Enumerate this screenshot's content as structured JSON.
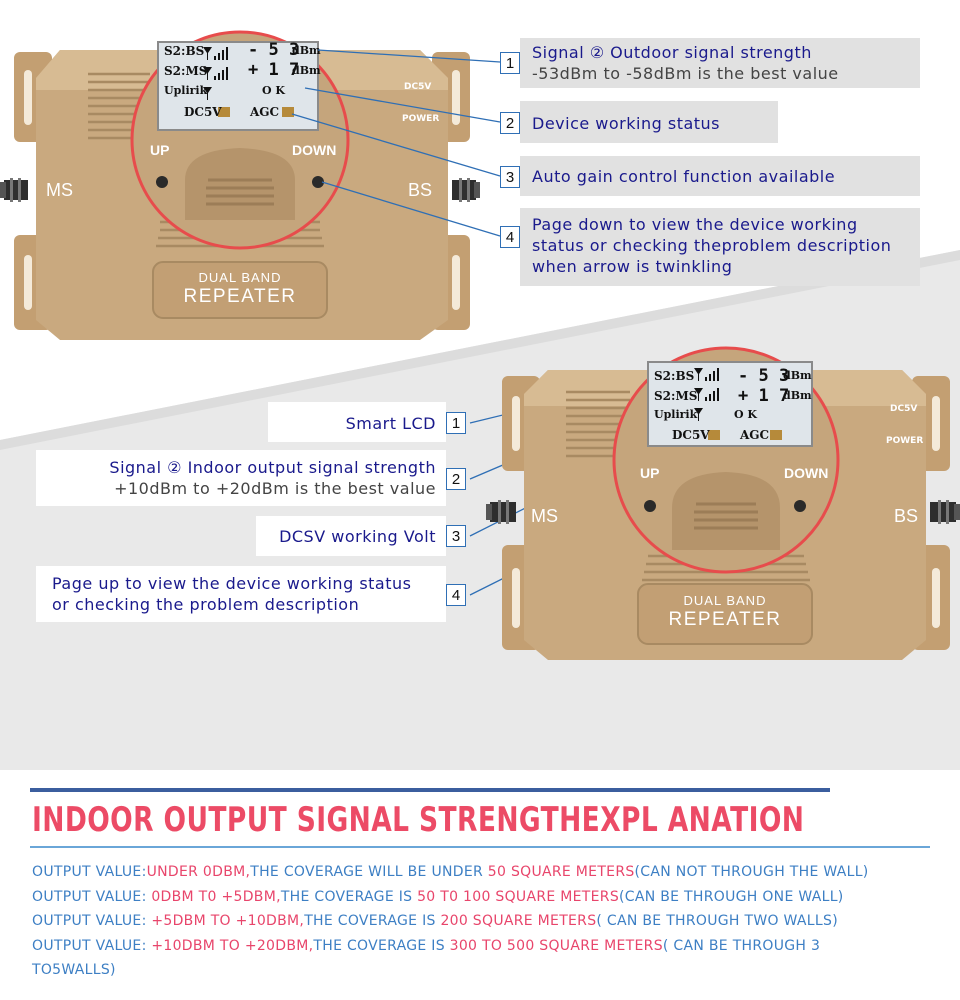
{
  "device": {
    "lcd": {
      "row1_label": "S2:BS",
      "row1_value": "- 5 3",
      "row1_unit": "dBm",
      "row2_label": "S2:MS",
      "row2_value": "+ 1 7",
      "row2_unit": "dBm",
      "row3_label": "Uplirik",
      "row3_value": "O K",
      "row4_left": "DC5V",
      "row4_right": "AGC"
    },
    "btn_up": "UP",
    "btn_down": "DOWN",
    "port_left": "MS",
    "port_right": "BS",
    "dc_label": "DC5V",
    "power_label": "POWER",
    "plate_line1": "DUAL BAND",
    "plate_line2": "REPEATER"
  },
  "top_callouts": [
    {
      "num": "1",
      "text": "Signal ② Outdoor signal strength",
      "sub": "-53dBm to -58dBm is the best value"
    },
    {
      "num": "2",
      "text": "Device working status",
      "sub": ""
    },
    {
      "num": "3",
      "text": "Auto gain control function available",
      "sub": ""
    },
    {
      "num": "4",
      "text": "Page down to view the device working status or checking theproblem description when arrow is twinkling",
      "sub": ""
    }
  ],
  "bottom_callouts": [
    {
      "num": "1",
      "text": "Smart LCD",
      "sub": ""
    },
    {
      "num": "2",
      "text": "Signal ② Indoor output signal strength",
      "sub": "+10dBm to +20dBm is the best value"
    },
    {
      "num": "3",
      "text": "DCSV working Volt",
      "sub": ""
    },
    {
      "num": "4",
      "text": "Page up to view the device working status or checking the problem description",
      "sub": ""
    }
  ],
  "explanation": {
    "heading": "INDOOR OUTPUT SIGNAL STRENGTHEXPL ANATION",
    "rows": [
      {
        "key": "OUTPUT VALUE:",
        "range": "UNDER 0DBM,",
        "desc": "THE COVERAGE WILL BE UNDER ",
        "area": "50 SQUARE METERS",
        "note": "(CAN NOT THROUGH THE WALL)"
      },
      {
        "key": "OUTPUT VALUE: ",
        "range": "0DBM T0 +5DBM,",
        "desc": "THE COVERAGE IS ",
        "area": "50 T0 100 SQUARE METERS",
        "note": "(CAN BE THROUGH ONE WALL)"
      },
      {
        "key": "OUTPUT VALUE: ",
        "range": "+5DBM TO +10DBM,",
        "desc": "THE COVERAGE IS ",
        "area": "200 SQUARE METERS",
        "note": "( CAN BE THROUGH TWO WALLS)"
      },
      {
        "key": "OUTPUT VALUE: ",
        "range": "+10DBM TO +20DBM,",
        "desc": "THE COVERAGE IS ",
        "area": "300 TO 500 SQUARE METERS",
        "note": "( CAN BE THROUGH 3 TO5WALLS)"
      }
    ]
  },
  "colors": {
    "device": "#c9a97f",
    "callout_text": "#1a1a8c",
    "heading": "#ec4b66",
    "row_key": "#3d7fc4",
    "row_value": "#e8456b"
  }
}
